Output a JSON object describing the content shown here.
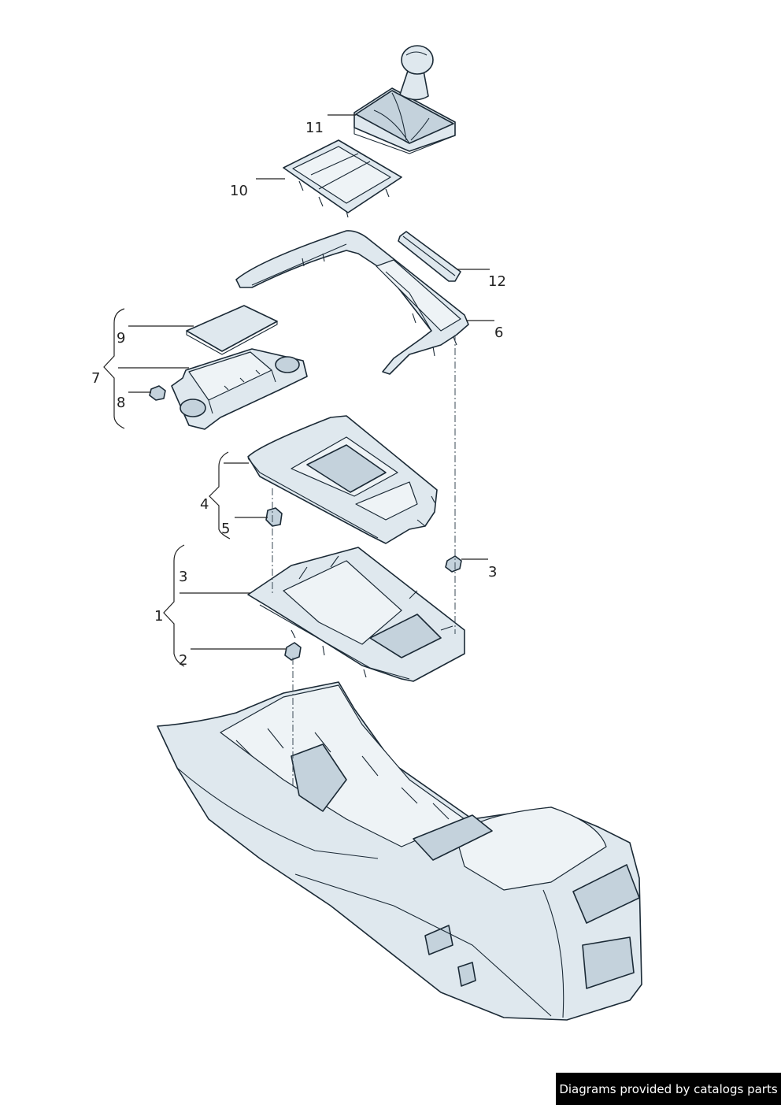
{
  "callouts": {
    "c1": "1",
    "c2": "2",
    "c3a": "3",
    "c3b": "3",
    "c4": "4",
    "c5": "5",
    "c6": "6",
    "c7": "7",
    "c8": "8",
    "c9": "9",
    "c10": "10",
    "c11": "11",
    "c12": "12"
  },
  "credit": "Diagrams provided by catalogs parts"
}
